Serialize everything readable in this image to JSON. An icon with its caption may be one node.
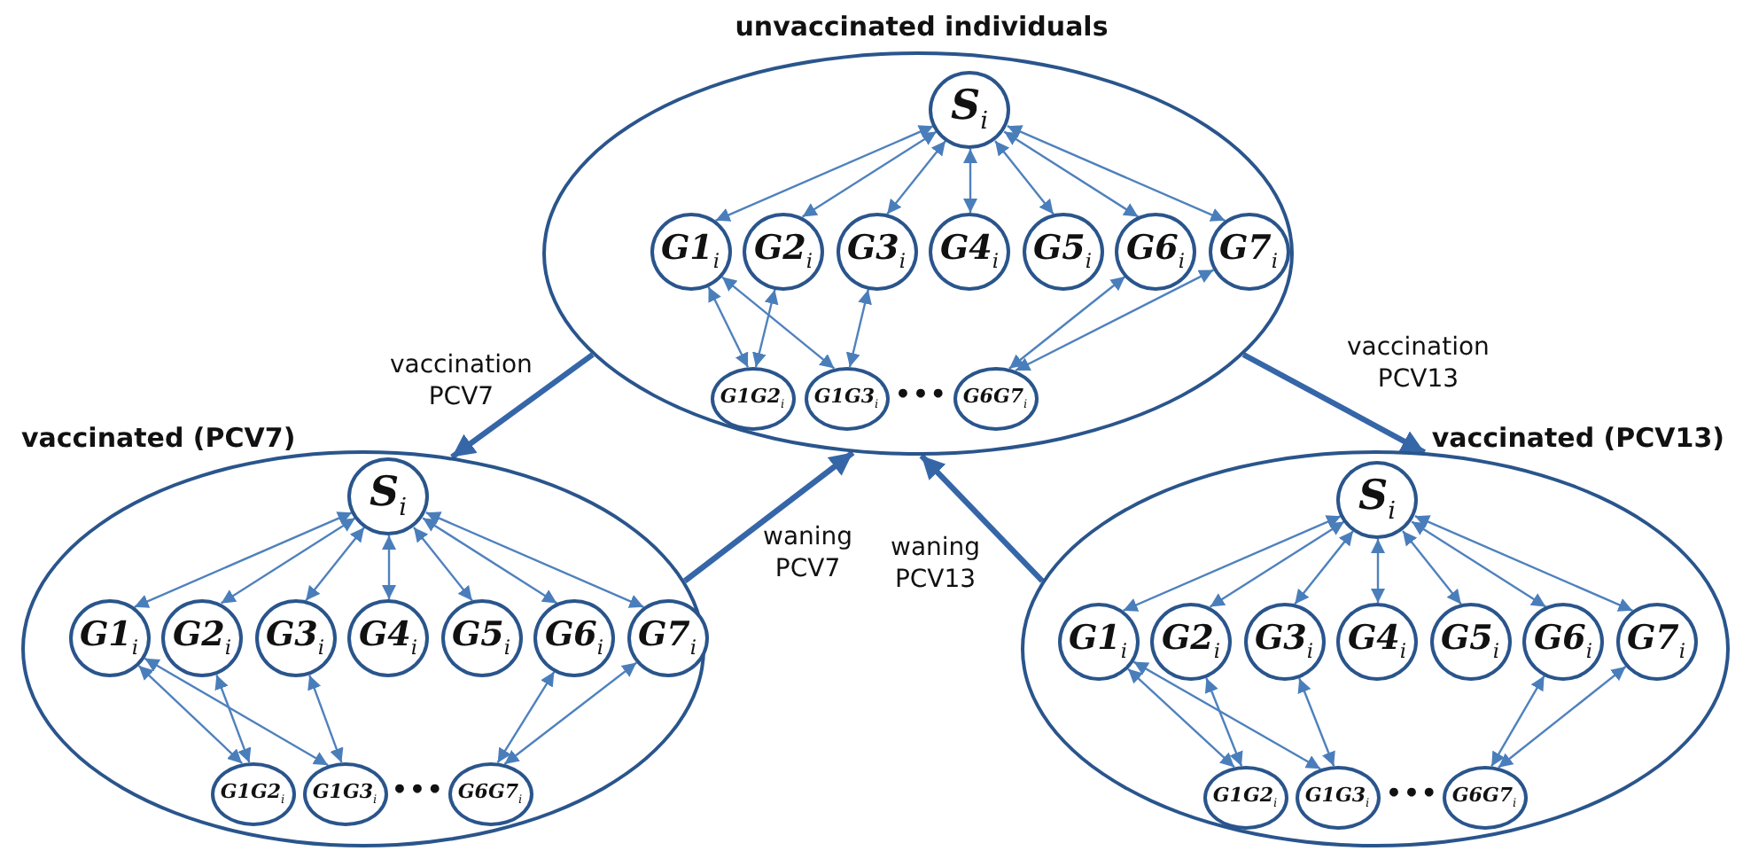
{
  "diagram": {
    "nodes": [
      {
        "text": [
          "unvaccinated individuals"
        ]
      },
      {
        "text": [
          "*S*$_{i}$"
        ],
        "in": 0
      },
      {
        "text": [
          "G1$_{i}$"
        ],
        "in": 0
      },
      {
        "text": [
          "G2$_{i}$"
        ],
        "in": 0
      },
      {
        "text": [
          "G3$_{i}$"
        ],
        "in": 0
      },
      {
        "text": [
          "G4$_{i}$"
        ],
        "in": 0
      },
      {
        "text": [
          "G5$_{i}$"
        ],
        "in": 0
      },
      {
        "text": [
          "G6$_{i}$"
        ],
        "in": 0
      },
      {
        "text": [
          "G7$_{i}$"
        ],
        "in": 0
      },
      {
        "text": [
          "G1G2$_{i}$"
        ],
        "in": 0
      },
      {
        "text": [
          "G1G3$_{i}$"
        ],
        "in": 0
      },
      {
        "text": [
          "G6G7$_{i}$"
        ],
        "in": 0
      },
      {
        "text": [
          "vaccinated (PCV7)"
        ]
      },
      {
        "text": [
          "*S*$_{i}$"
        ],
        "in": 12
      },
      {
        "text": [
          "G1$_{i}$"
        ],
        "in": 12
      },
      {
        "text": [
          "G2$_{i}$"
        ],
        "in": 12
      },
      {
        "text": [
          "G3$_{i}$"
        ],
        "in": 12
      },
      {
        "text": [
          "G4$_{i}$"
        ],
        "in": 12
      },
      {
        "text": [
          "G5$_{i}$"
        ],
        "in": 12
      },
      {
        "text": [
          "G6$_{i}$"
        ],
        "in": 12
      },
      {
        "text": [
          "G7$_{i}$"
        ],
        "in": 12
      },
      {
        "text": [
          "G1G2$_{i}$"
        ],
        "in": 12
      },
      {
        "text": [
          "G1G3$_{i}$"
        ],
        "in": 12
      },
      {
        "text": [
          "G6G7$_{i}$"
        ],
        "in": 12
      },
      {
        "text": [
          "vaccinated (PCV13)"
        ]
      },
      {
        "text": [
          "*S*$_{i}$"
        ],
        "in": 24
      },
      {
        "text": [
          "G1$_{i}$"
        ],
        "in": 24
      },
      {
        "text": [
          "G2$_{i}$"
        ],
        "in": 24
      },
      {
        "text": [
          "G3$_{i}$"
        ],
        "in": 24
      },
      {
        "text": [
          "G4$_{i}$"
        ],
        "in": 24
      },
      {
        "text": [
          "G5$_{i}$"
        ],
        "in": 24
      },
      {
        "text": [
          "G6$_{i}$"
        ],
        "in": 24
      },
      {
        "text": [
          "G7$_{i}$"
        ],
        "in": 24
      },
      {
        "text": [
          "G1G2$_{i}$"
        ],
        "in": 24
      },
      {
        "text": [
          "G1G3$_{i}$"
        ],
        "in": 24
      },
      {
        "text": [
          "G6G7$_{i}$"
        ],
        "in": 24
      }
    ],
    "edges": [
      {
        "from": 1,
        "to": 2,
        "arrow": "both"
      },
      {
        "from": 1,
        "to": 3,
        "arrow": "both"
      },
      {
        "from": 1,
        "to": 4,
        "arrow": "both"
      },
      {
        "from": 1,
        "to": 5,
        "arrow": "both"
      },
      {
        "from": 1,
        "to": 6,
        "arrow": "both"
      },
      {
        "from": 1,
        "to": 7,
        "arrow": "both"
      },
      {
        "from": 1,
        "to": 8,
        "arrow": "both"
      },
      {
        "from": 2,
        "to": 9,
        "arrow": "both"
      },
      {
        "from": 3,
        "to": 9,
        "arrow": "both"
      },
      {
        "from": 2,
        "to": 10,
        "arrow": "both"
      },
      {
        "from": 4,
        "to": 10,
        "arrow": "both"
      },
      {
        "from": 7,
        "to": 11,
        "arrow": "both"
      },
      {
        "from": 8,
        "to": 11,
        "arrow": "both"
      },
      {
        "from": 13,
        "to": 14,
        "arrow": "both"
      },
      {
        "from": 13,
        "to": 15,
        "arrow": "both"
      },
      {
        "from": 13,
        "to": 16,
        "arrow": "both"
      },
      {
        "from": 13,
        "to": 17,
        "arrow": "both"
      },
      {
        "from": 13,
        "to": 18,
        "arrow": "both"
      },
      {
        "from": 13,
        "to": 19,
        "arrow": "both"
      },
      {
        "from": 13,
        "to": 20,
        "arrow": "both"
      },
      {
        "from": 14,
        "to": 21,
        "arrow": "both"
      },
      {
        "from": 15,
        "to": 21,
        "arrow": "both"
      },
      {
        "from": 14,
        "to": 22,
        "arrow": "both"
      },
      {
        "from": 16,
        "to": 22,
        "arrow": "both"
      },
      {
        "from": 19,
        "to": 23,
        "arrow": "both"
      },
      {
        "from": 20,
        "to": 23,
        "arrow": "both"
      },
      {
        "from": 25,
        "to": 26,
        "arrow": "both"
      },
      {
        "from": 25,
        "to": 27,
        "arrow": "both"
      },
      {
        "from": 25,
        "to": 28,
        "arrow": "both"
      },
      {
        "from": 25,
        "to": 29,
        "arrow": "both"
      },
      {
        "from": 25,
        "to": 30,
        "arrow": "both"
      },
      {
        "from": 25,
        "to": 31,
        "arrow": "both"
      },
      {
        "from": 25,
        "to": 32,
        "arrow": "both"
      },
      {
        "from": 26,
        "to": 33,
        "arrow": "both"
      },
      {
        "from": 27,
        "to": 33,
        "arrow": "both"
      },
      {
        "from": 26,
        "to": 34,
        "arrow": "both"
      },
      {
        "from": 28,
        "to": 34,
        "arrow": "both"
      },
      {
        "from": 31,
        "to": 35,
        "arrow": "both"
      },
      {
        "from": 32,
        "to": 35,
        "arrow": "both"
      },
      {
        "from": 0,
        "to": 12,
        "arrow": "to",
        "label": "vaccination PCV7",
        "style": "thick"
      },
      {
        "from": 12,
        "to": 0,
        "arrow": "to",
        "label": "waning PCV7",
        "style": "thick"
      },
      {
        "from": 0,
        "to": 24,
        "arrow": "to",
        "label": "vaccination PCV13",
        "style": "thick"
      },
      {
        "from": 24,
        "to": 0,
        "arrow": "to",
        "label": "waning PCV13",
        "style": "thick"
      }
    ],
    "labels": [
      "•••",
      "•••",
      "•••"
    ]
  }
}
